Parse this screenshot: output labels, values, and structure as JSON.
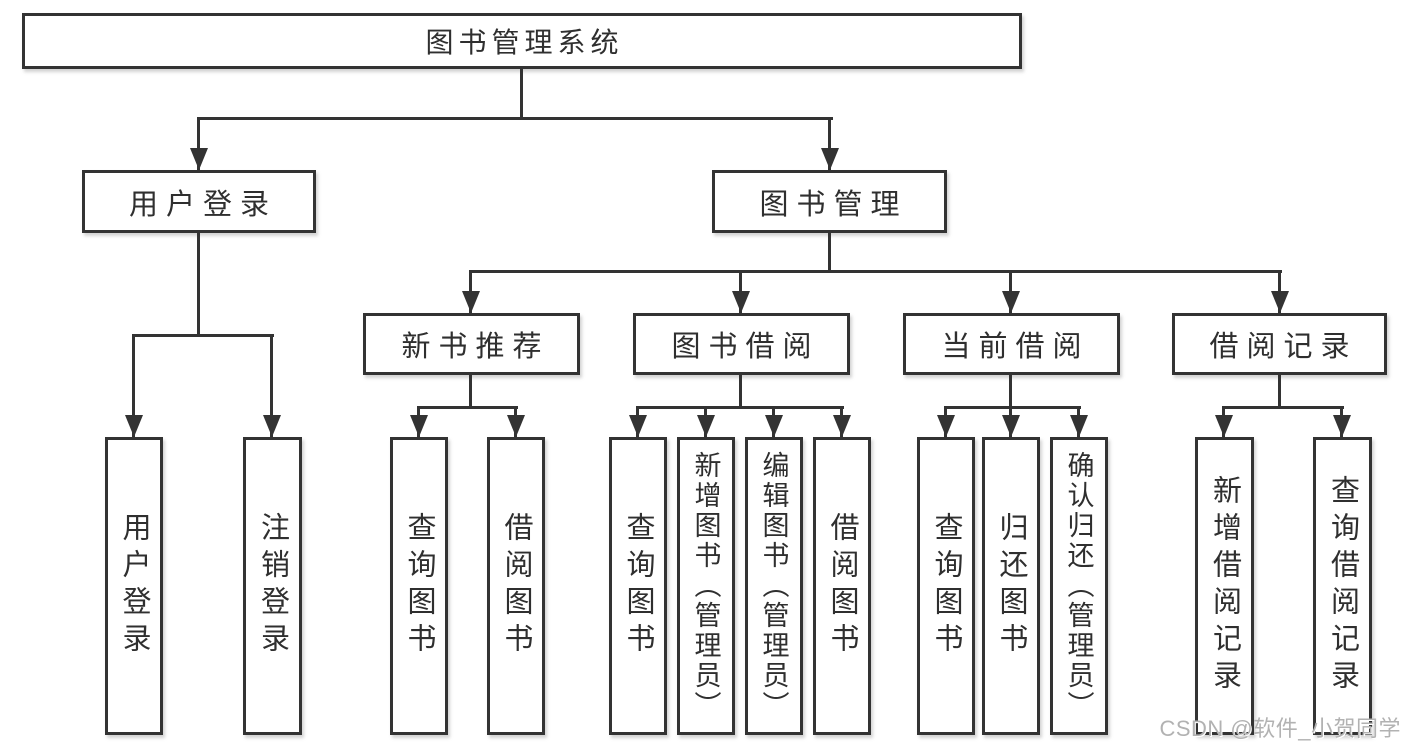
{
  "diagram": {
    "root": {
      "label": "图书管理系统"
    },
    "level2": [
      {
        "label": "用户登录"
      },
      {
        "label": "图书管理"
      }
    ],
    "user_login_children": [
      {
        "label": "用户登录"
      },
      {
        "label": "注销登录"
      }
    ],
    "book_management_children": [
      {
        "label": "新书推荐",
        "children": [
          {
            "label": "查询图书"
          },
          {
            "label": "借阅图书"
          }
        ]
      },
      {
        "label": "图书借阅",
        "children": [
          {
            "label": "查询图书"
          },
          {
            "label": "新增图书（管理员）"
          },
          {
            "label": "编辑图书（管理员）"
          },
          {
            "label": "借阅图书"
          }
        ]
      },
      {
        "label": "当前借阅",
        "children": [
          {
            "label": "查询图书"
          },
          {
            "label": "归还图书"
          },
          {
            "label": "确认归还（管理员）"
          }
        ]
      },
      {
        "label": "借阅记录",
        "children": [
          {
            "label": "新增借阅记录"
          },
          {
            "label": "查询借阅记录"
          }
        ]
      }
    ],
    "watermark": "CSDN @软件_小贺同学",
    "colors": {
      "line": "#333333",
      "text": "#2f2f2f",
      "background": "#ffffff",
      "watermark": "#b2b2b2"
    }
  }
}
